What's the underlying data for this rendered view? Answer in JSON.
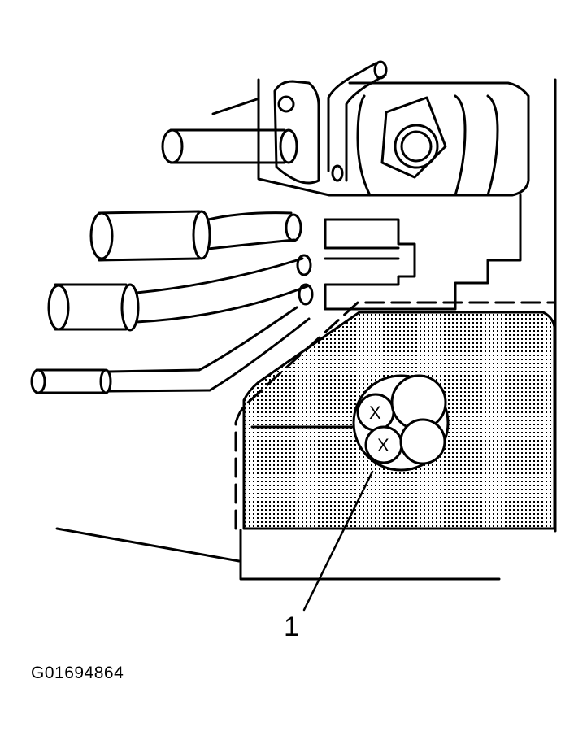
{
  "diagram": {
    "callout_number": "1",
    "cell_marker": "X",
    "figure_id": "G01694864"
  }
}
